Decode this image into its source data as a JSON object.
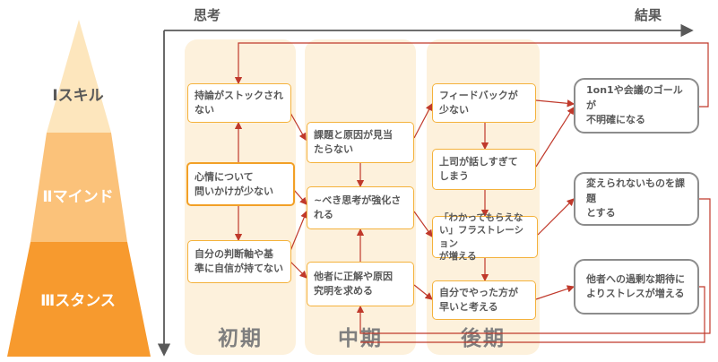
{
  "axis": {
    "left_title": "思考",
    "right_title": "結果"
  },
  "pyramid": {
    "tiers": [
      {
        "label": "Ⅰスキル",
        "color": "#fde6bd"
      },
      {
        "label": "Ⅱマインド",
        "color": "#fbc27a"
      },
      {
        "label": "Ⅲスタンス",
        "color": "#f79a2e"
      }
    ]
  },
  "phases": [
    {
      "label": "初期"
    },
    {
      "label": "中期"
    },
    {
      "label": "後期"
    }
  ],
  "nodes": {
    "early_1": "持論がストックされ\nない",
    "early_2": "心情について\n問いかけが少ない",
    "early_3": "自分の判断軸や基\n準に自信が持てない",
    "mid_1": "課題と原因が見当\nたらない",
    "mid_2": "~べき思考が強化さ\nれる",
    "mid_3": "他者に正解や原因\n究明を求める",
    "late_1": "フィードバックが\n少ない",
    "late_2": "上司が話しすぎて\nしまう",
    "late_3": "「わかってもらえな\nい」フラストレーション\nが増える",
    "late_4": "自分でやった方が\n早いと考える"
  },
  "results": {
    "r1": "1on1や会議のゴールが\n不明確になる",
    "r2": "変えられないものを課題\nとする",
    "r3": "他者への過剰な期待に\nよりストレスが増える"
  },
  "colors": {
    "node_border": "#f4b23c",
    "arrow": "#c0392b",
    "phase_bg": "#fdf1dc",
    "result_border": "#8c8c8c"
  }
}
